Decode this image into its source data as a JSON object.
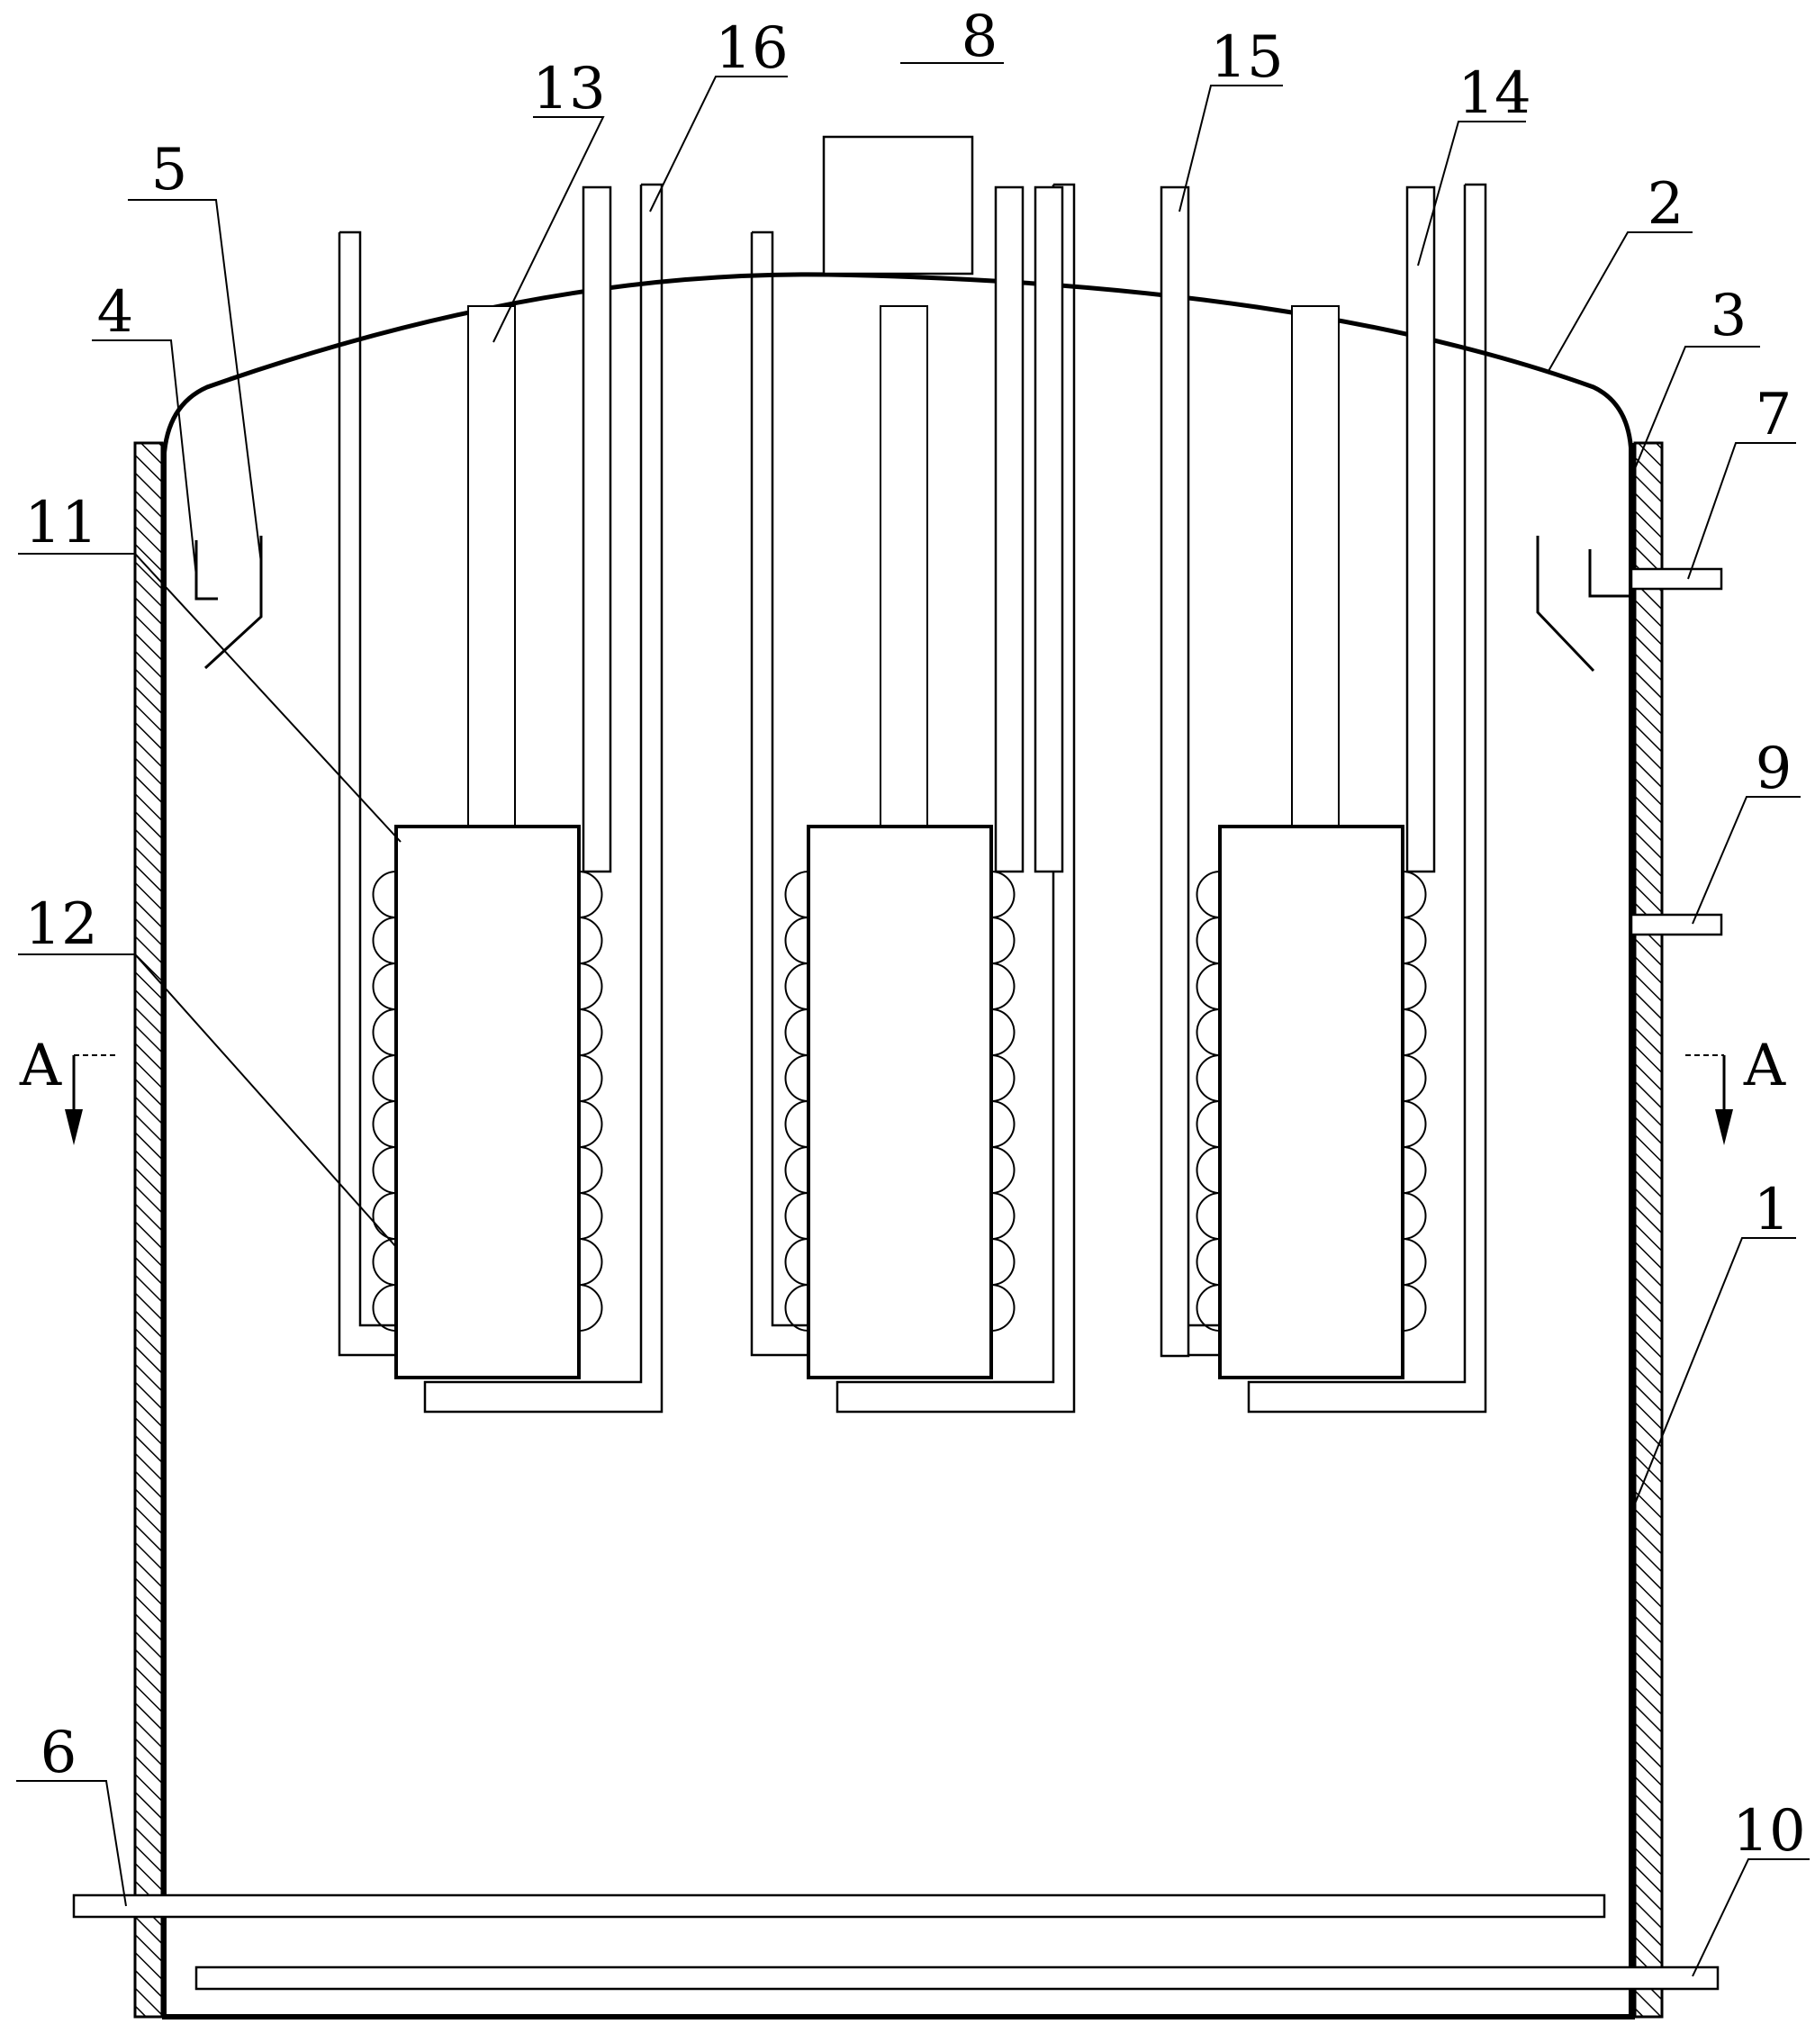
{
  "labels": {
    "l1": "1",
    "l2": "2",
    "l3": "3",
    "l4": "4",
    "l5": "5",
    "l6": "6",
    "l7": "7",
    "l8": "8",
    "l9": "9",
    "l10": "10",
    "l11": "11",
    "l12": "12",
    "l13": "13",
    "l14": "14",
    "l15": "15",
    "l16": "16",
    "section_left": "A",
    "section_right": "A"
  },
  "colors": {
    "line": "#000000",
    "background": "#ffffff"
  },
  "coil_turns_per_side": 10
}
